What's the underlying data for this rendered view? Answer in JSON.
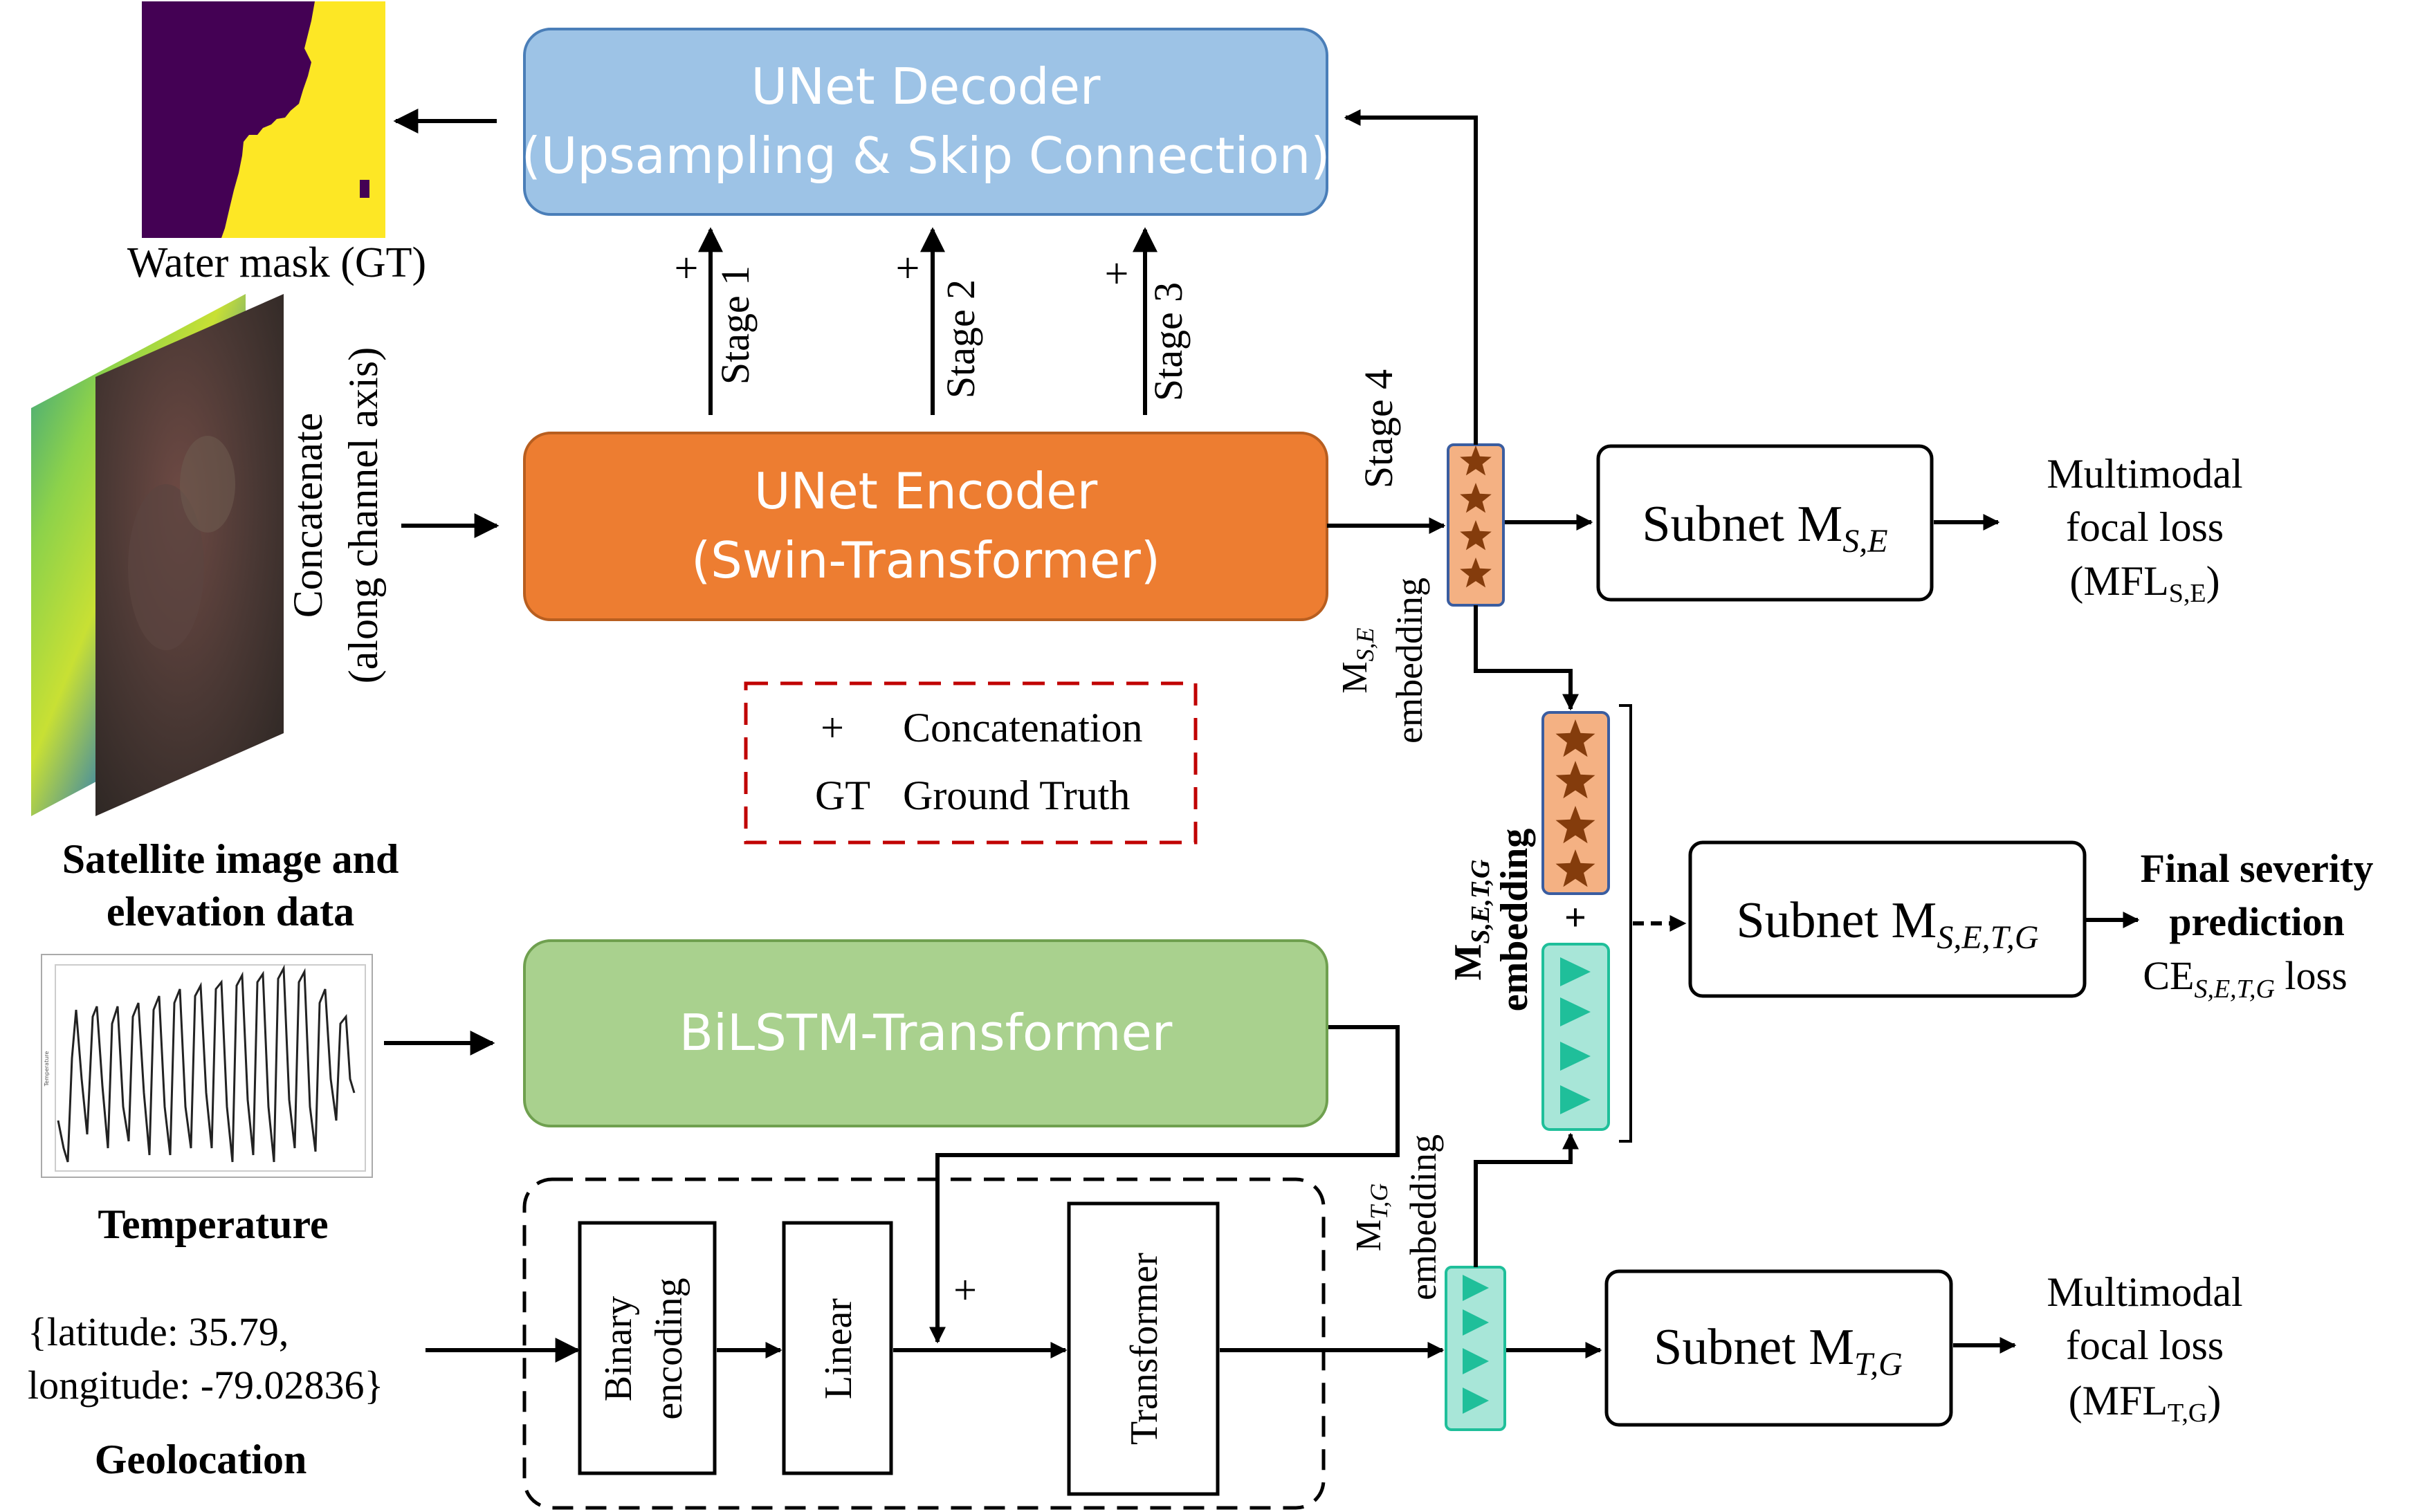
{
  "decoder": {
    "line1": "UNet Decoder",
    "line2": "(Upsampling & Skip Connection)",
    "fill": "#9dc3e6",
    "stroke": "#4a7eb8"
  },
  "encoder": {
    "line1": "UNet Encoder",
    "line2": "(Swin-Transformer)",
    "fill": "#ed7d31",
    "stroke": "#b85e1f"
  },
  "bilstm": {
    "label": "BiLSTM-Transformer",
    "fill": "#a9d18e",
    "stroke": "#6fa04f"
  },
  "stages": {
    "plus": "+",
    "s1": "Stage 1",
    "s2": "Stage 2",
    "s3": "Stage 3",
    "s4": "Stage 4"
  },
  "water_mask": {
    "label": "Water mask (GT)",
    "color_dark": "#440154",
    "color_light": "#fde725"
  },
  "satellite": {
    "vertical_line1": "Concatenate",
    "vertical_line2": "(along channel axis)",
    "caption_line1": "Satellite image and",
    "caption_line2": "elevation data"
  },
  "temperature": {
    "caption": "Temperature",
    "axis_label": "Temperature"
  },
  "geolocation": {
    "line1": "{latitude: 35.79,",
    "line2": "longitude: -79.02836}",
    "caption": "Geolocation"
  },
  "legend": {
    "plus_symbol": "+",
    "plus_text": "Concatenation",
    "gt_symbol": "GT",
    "gt_text": "Ground Truth",
    "border_color": "#c00000"
  },
  "geo_pipeline": {
    "binary_line1": "Binary",
    "binary_line2": "encoding",
    "linear": "Linear",
    "transformer": "Transformer",
    "plus": "+"
  },
  "embeddings": {
    "se_main": "M",
    "se_sub": "S,E",
    "se_word": "embedding",
    "tg_main": "M",
    "tg_sub": "T,G",
    "tg_word": "embedding",
    "setg_main": "M",
    "setg_sub": "S,E,T,G",
    "setg_word": "embedding",
    "plus": "+",
    "star_fill": "#f4b183",
    "star_color": "#843c0c",
    "tri_fill": "#a8e6d8",
    "tri_color": "#1fbf9a"
  },
  "subnets": {
    "se_main": "Subnet M",
    "se_sub": "S,E",
    "tg_main": "Subnet M",
    "tg_sub": "T,G",
    "setg_main": "Subnet M",
    "setg_sub": "S,E,T,G"
  },
  "outputs": {
    "se_line1": "Multimodal",
    "se_line2": "focal loss",
    "se_line3_main": "(MFL",
    "se_line3_sub": "S,E",
    "se_line3_end": ")",
    "tg_line1": "Multimodal",
    "tg_line2": "focal loss",
    "tg_line3_main": "(MFL",
    "tg_line3_sub": "T,G",
    "tg_line3_end": ")",
    "final_line1": "Final severity",
    "final_line2": "prediction",
    "final_ce_main": "CE",
    "final_ce_sub": "S,E,T,G",
    "final_ce_end": " loss"
  }
}
